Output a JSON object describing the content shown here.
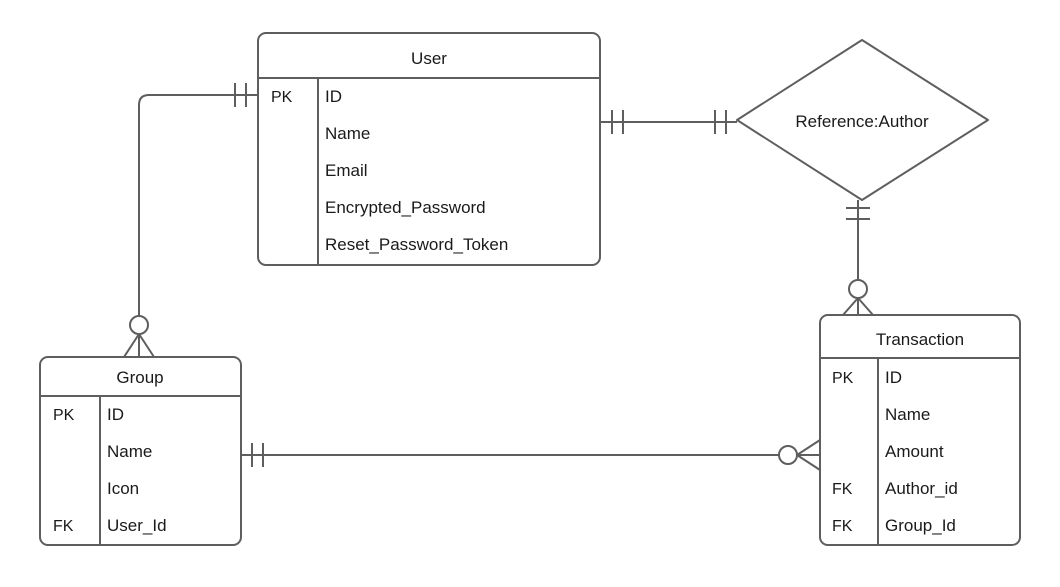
{
  "diagram": {
    "type": "entity-relationship-diagram",
    "background_color": "#ffffff",
    "stroke_color": "#5e5e5e",
    "text_color": "#1a1a1a",
    "entities": [
      {
        "id": "user",
        "title": "User",
        "attributes": [
          {
            "key": "PK",
            "name": "ID"
          },
          {
            "key": "",
            "name": "Name"
          },
          {
            "key": "",
            "name": "Email"
          },
          {
            "key": "",
            "name": "Encrypted_Password"
          },
          {
            "key": "",
            "name": "Reset_Password_Token"
          }
        ]
      },
      {
        "id": "group",
        "title": "Group",
        "attributes": [
          {
            "key": "PK",
            "name": "ID"
          },
          {
            "key": "",
            "name": "Name"
          },
          {
            "key": "",
            "name": "Icon"
          },
          {
            "key": "FK",
            "name": "User_Id"
          }
        ]
      },
      {
        "id": "transaction",
        "title": "Transaction",
        "attributes": [
          {
            "key": "PK",
            "name": "ID"
          },
          {
            "key": "",
            "name": "Name"
          },
          {
            "key": "",
            "name": "Amount"
          },
          {
            "key": "FK",
            "name": "Author_id"
          },
          {
            "key": "FK",
            "name": "Group_Id"
          }
        ]
      }
    ],
    "relationships": [
      {
        "id": "reference-author",
        "label": "Reference:Author"
      }
    ],
    "connections": [
      {
        "id": "user-group",
        "from": "user",
        "to": "group",
        "from_cardinality": "one-and-only-one",
        "to_cardinality": "zero-or-many"
      },
      {
        "id": "user-reference-author",
        "from": "user",
        "to": "reference-author",
        "from_cardinality": "one-and-only-one",
        "to_cardinality": "one-and-only-one"
      },
      {
        "id": "reference-author-transaction",
        "from": "reference-author",
        "to": "transaction",
        "from_cardinality": "one-and-only-one",
        "to_cardinality": "zero-or-many"
      },
      {
        "id": "group-transaction",
        "from": "group",
        "to": "transaction",
        "from_cardinality": "one-and-only-one",
        "to_cardinality": "zero-or-many"
      }
    ]
  }
}
